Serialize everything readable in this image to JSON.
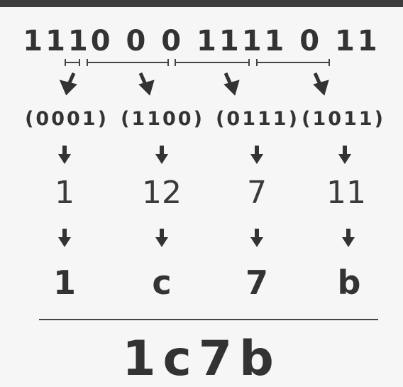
{
  "binary_input": "1110 0 0 1111 0 11",
  "groups": [
    "(0001)",
    "(1100)",
    "(0111)",
    "(1011)"
  ],
  "decimals": [
    "1",
    "12",
    "7",
    "11"
  ],
  "hex_digits": [
    "1",
    "c",
    "7",
    "b"
  ],
  "result": "1c7b"
}
